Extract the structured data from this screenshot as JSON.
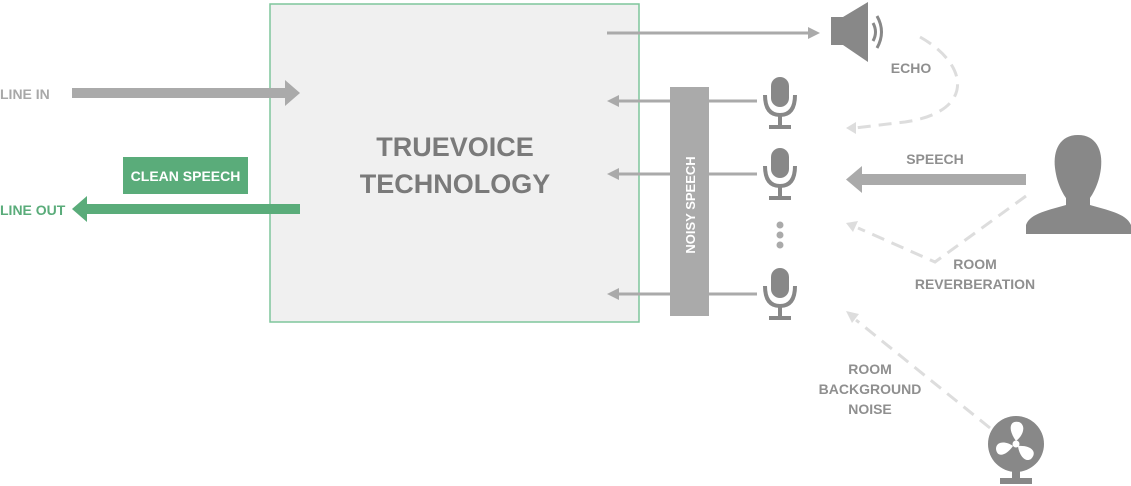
{
  "labels": {
    "line_in": "LINE IN",
    "line_out": "LINE OUT",
    "clean_speech": "CLEAN SPEECH",
    "core_line1": "TRUEVOICE",
    "core_line2": "TECHNOLOGY",
    "noisy_speech": "NOISY SPEECH",
    "echo": "ECHO",
    "speech": "SPEECH",
    "room_reverb_line1": "ROOM",
    "room_reverb_line2": "REVERBERATION",
    "noise_line1": "ROOM",
    "noise_line2": "BACKGROUND",
    "noise_line3": "NOISE"
  },
  "colors": {
    "gray": "#aaaaaa",
    "text_gray": "#8f8f8f",
    "dark_gray": "#7a7a7a",
    "dashed": "#dddddd",
    "green": "#5aac7a",
    "box_fill": "#f0f0f0",
    "box_border": "#7fc69c"
  },
  "icons": [
    "speaker-icon",
    "microphone-icon",
    "person-icon",
    "fan-icon"
  ]
}
